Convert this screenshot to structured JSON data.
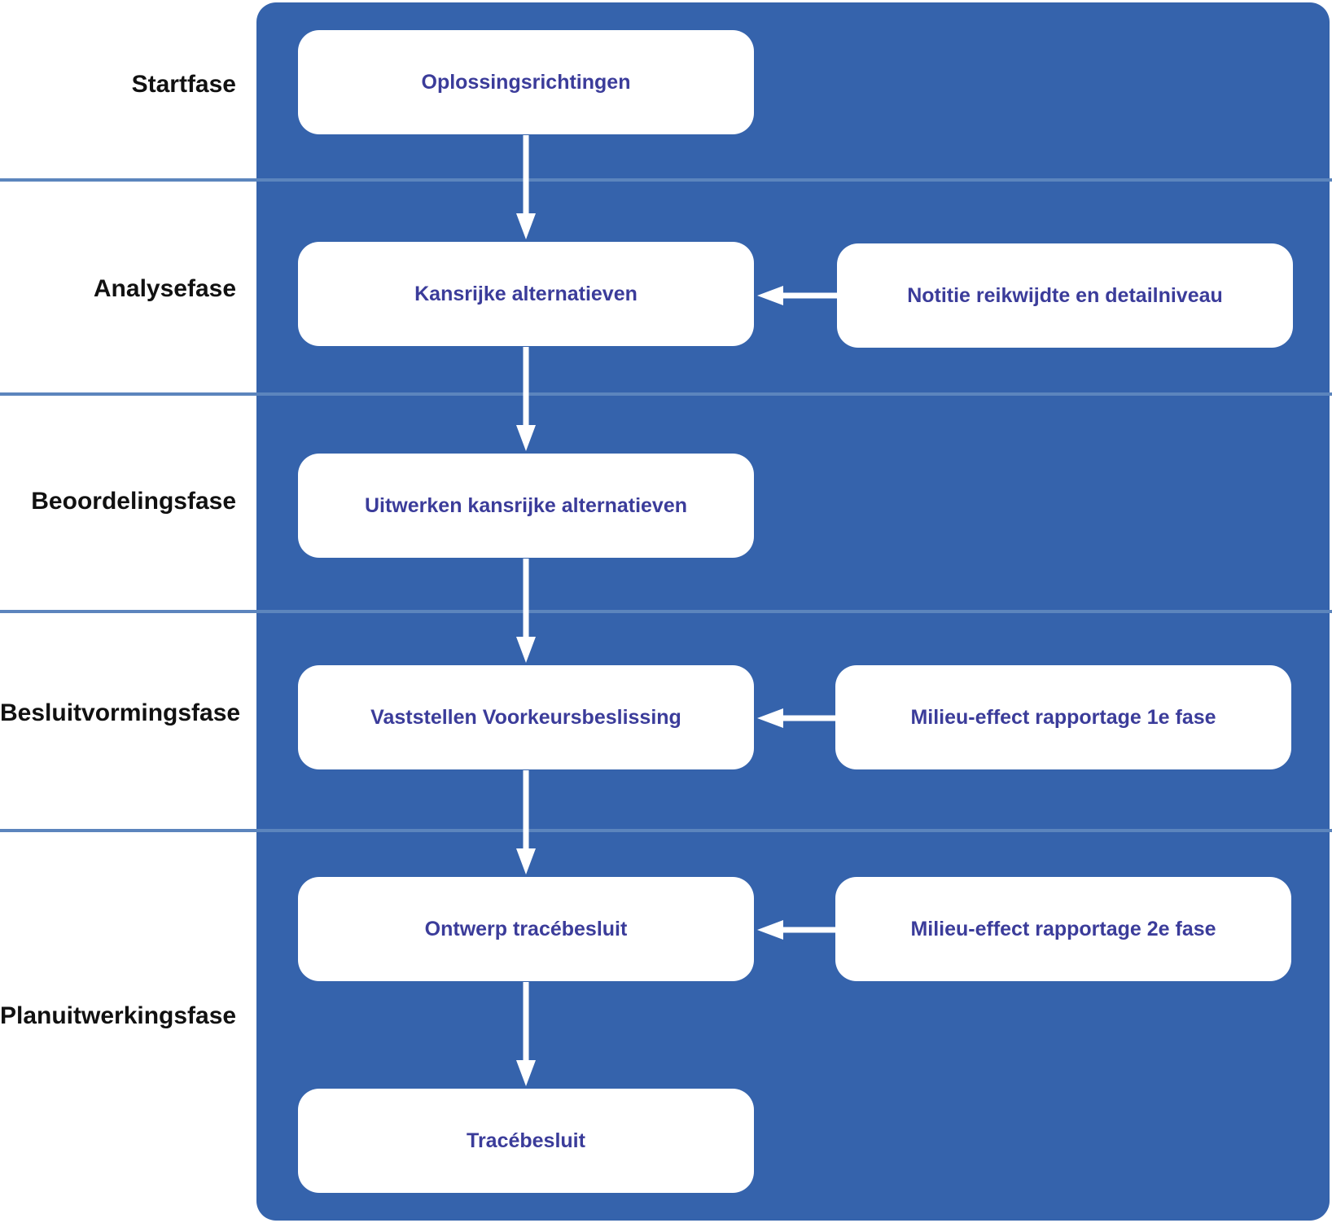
{
  "phases": [
    "Startfase",
    "Analysefase",
    "Beoordelingsfase",
    "Besluitvormingsfase",
    "Planuitwerkingsfase"
  ],
  "main_steps": [
    "Oplossingsrichtingen",
    "Kansrijke alternatieven",
    "Uitwerken kansrijke alternatieven",
    "Vaststellen Voorkeursbeslissing",
    "Ontwerp tracébesluit",
    "Tracébesluit"
  ],
  "side_inputs": [
    "Notitie reikwijdte en detailniveau",
    "Milieu-effect rapportage 1e fase",
    "Milieu-effect rapportage 2e fase"
  ],
  "colors": {
    "panel": "#3563ac",
    "separator": "#5c85bd",
    "box": "#ffffff",
    "box_text": "#3b3c9a",
    "phase_text": "#111111"
  }
}
